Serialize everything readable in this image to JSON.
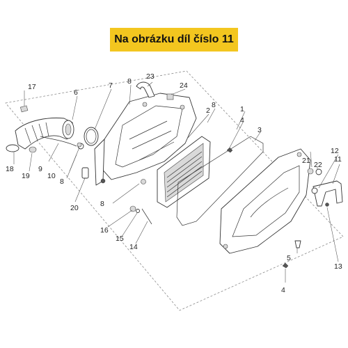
{
  "banner": {
    "text": "Na obrázku díl číslo 11",
    "color": "#f3c61f"
  },
  "callouts": {
    "c1": "1",
    "c2": "2",
    "c3": "3",
    "c4a": "4",
    "c4b": "4",
    "c5": "5",
    "c6": "6",
    "c7": "7",
    "c8a": "8",
    "c8b": "8",
    "c8c": "8",
    "c8d": "8",
    "c9": "9",
    "c10": "10",
    "c11": "11",
    "c12": "12",
    "c13": "13",
    "c14": "14",
    "c15": "15",
    "c16": "16",
    "c17": "17",
    "c18": "18",
    "c19": "19",
    "c20": "20",
    "c21": "21",
    "c22": "22",
    "c23": "23",
    "c24": "24"
  }
}
